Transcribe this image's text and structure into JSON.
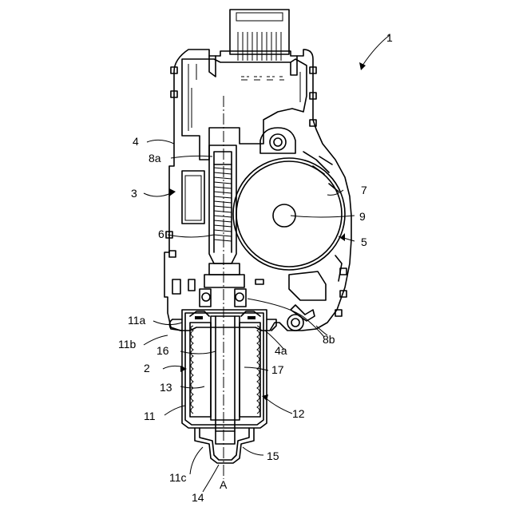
{
  "labels": {
    "l1": "1",
    "l2": "2",
    "l3": "3",
    "l4": "4",
    "l4a": "4a",
    "l5": "5",
    "l6": "6",
    "l7": "7",
    "l8a": "8a",
    "l8b": "8b",
    "l9": "9",
    "l11": "11",
    "l11a": "11a",
    "l11b": "11b",
    "l11c": "11c",
    "l12": "12",
    "l13": "13",
    "l14": "14",
    "l15": "15",
    "l16": "16",
    "l17": "17",
    "lA": "A"
  }
}
